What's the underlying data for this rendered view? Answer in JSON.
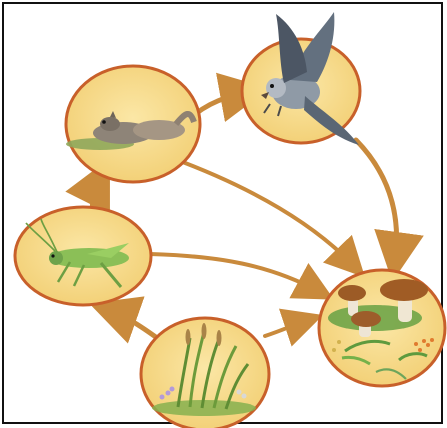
{
  "diagram": {
    "nodes": [
      {
        "id": "squirrel",
        "icon": "squirrel-icon"
      },
      {
        "id": "owl",
        "icon": "owl-icon"
      },
      {
        "id": "grasshopper",
        "icon": "grasshopper-icon"
      },
      {
        "id": "grass",
        "icon": "grass-plant-icon"
      },
      {
        "id": "decomposers",
        "icon": "mushrooms-decomposers-icon"
      }
    ],
    "edges": [
      {
        "from": "grass",
        "to": "grasshopper"
      },
      {
        "from": "grasshopper",
        "to": "squirrel"
      },
      {
        "from": "squirrel",
        "to": "owl"
      },
      {
        "from": "squirrel",
        "to": "decomposers"
      },
      {
        "from": "grasshopper",
        "to": "decomposers"
      },
      {
        "from": "grass",
        "to": "decomposers"
      },
      {
        "from": "owl",
        "to": "decomposers"
      }
    ],
    "colors": {
      "node_fill": "#F6D88A",
      "node_border": "#C8602A",
      "arrow": "#C98A3C",
      "frame": "#111111"
    }
  }
}
